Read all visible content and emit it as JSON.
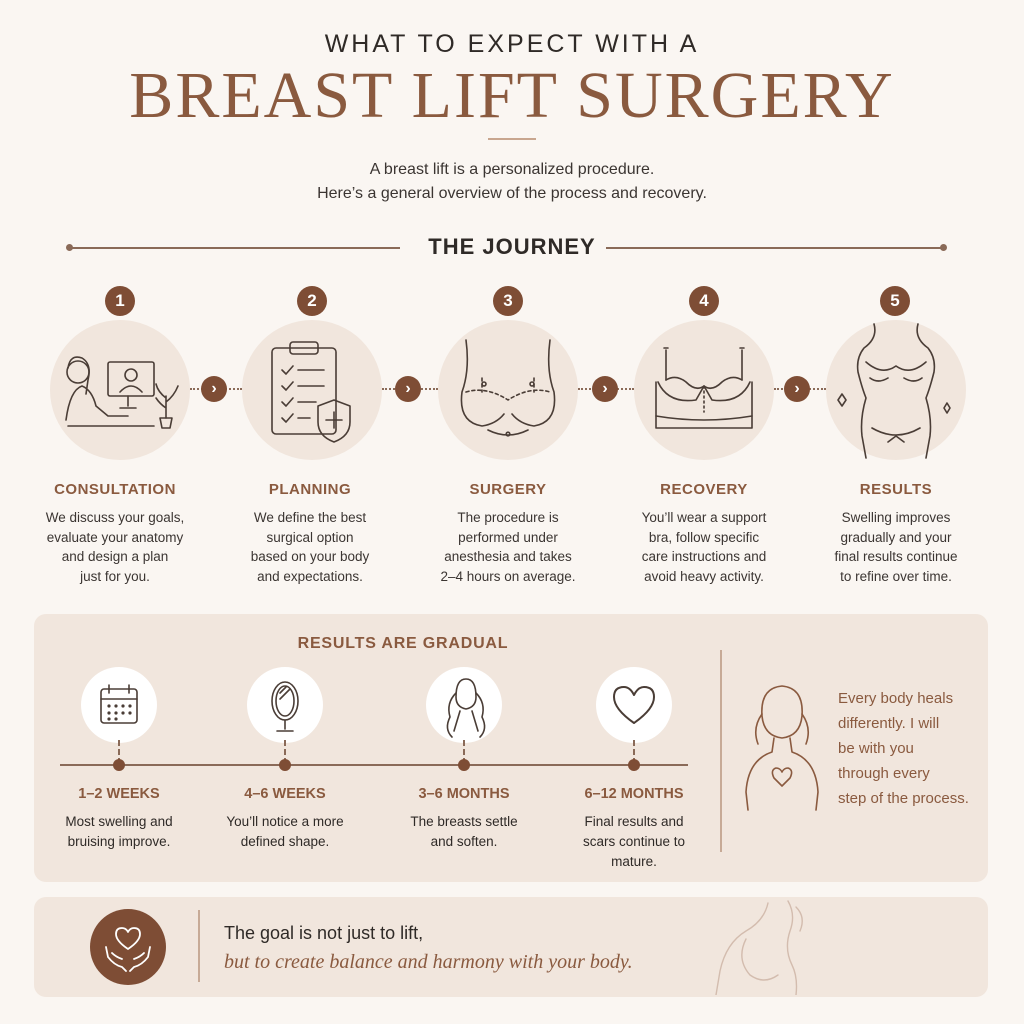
{
  "header": {
    "eyebrow": "WHAT TO EXPECT WITH A",
    "headline": "BREAST LIFT SURGERY",
    "intro_line1": "A breast lift is a personalized procedure.",
    "intro_line2": "Here’s a general overview of the process and recovery."
  },
  "journey": {
    "title": "THE JOURNEY",
    "steps": [
      {
        "number": "1",
        "title": "CONSULTATION",
        "icon": "consultation-video-call-icon",
        "desc": [
          "We discuss your goals,",
          "evaluate your anatomy",
          "and design a plan",
          "just for you."
        ]
      },
      {
        "number": "2",
        "title": "PLANNING",
        "icon": "clipboard-checklist-shield-icon",
        "desc": [
          "We define the best",
          "surgical option",
          "based on your body",
          "and expectations."
        ]
      },
      {
        "number": "3",
        "title": "SURGERY",
        "icon": "torso-incision-lines-icon",
        "desc": [
          "The procedure is",
          "performed under",
          "anesthesia and takes",
          "2–4 hours on average."
        ]
      },
      {
        "number": "4",
        "title": "RECOVERY",
        "icon": "support-bra-icon",
        "desc": [
          "You’ll wear a support",
          "bra, follow specific",
          "care instructions and",
          "avoid heavy activity."
        ]
      },
      {
        "number": "5",
        "title": "RESULTS",
        "icon": "body-silhouette-sparkle-icon",
        "desc": [
          "Swelling improves",
          "gradually and your",
          "final results continue",
          "to refine over time."
        ]
      }
    ],
    "arrow_glyph": "›"
  },
  "results": {
    "title": "RESULTS ARE GRADUAL",
    "milestones": [
      {
        "label": "1–2 WEEKS",
        "icon": "calendar-icon",
        "desc": [
          "Most swelling and",
          "bruising improve."
        ]
      },
      {
        "label": "4–6 WEEKS",
        "icon": "mirror-icon",
        "desc": [
          "You’ll notice a more",
          "defined shape."
        ]
      },
      {
        "label": "3–6 MONTHS",
        "icon": "woman-silhouette-icon",
        "desc": [
          "The breasts settle",
          "and soften."
        ]
      },
      {
        "label": "6–12 MONTHS",
        "icon": "heart-icon",
        "desc": [
          "Final results and",
          "scars continue to",
          "mature."
        ]
      }
    ],
    "quote": [
      "Every body heals",
      "differently. I will",
      "be with you",
      "through every",
      "step of the process."
    ],
    "quote_icon": "woman-heart-icon"
  },
  "footer": {
    "badge_icon": "hands-heart-icon",
    "line1": "The goal is not just to lift,",
    "line2": "but to create balance and harmony with your body.",
    "decor_icon": "body-sketch-icon"
  },
  "colors": {
    "background": "#faf6f2",
    "accent_brown": "#8a5a3f",
    "badge_brown": "#7e4d35",
    "panel_beige": "#f1e6dd"
  }
}
